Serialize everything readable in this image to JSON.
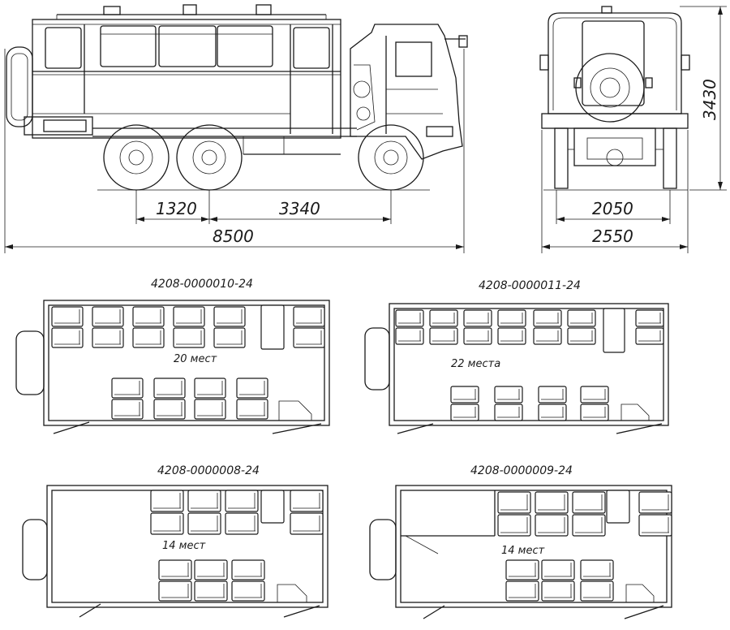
{
  "dimensions": {
    "wheelbase_rear": "1320",
    "wheelbase_front": "3340",
    "overall_length": "8500",
    "track": "2050",
    "overall_width": "2550",
    "height": "3430"
  },
  "layouts": [
    {
      "code": "4208-0000010-24",
      "seats": "20 мест"
    },
    {
      "code": "4208-0000011-24",
      "seats": "22 места"
    },
    {
      "code": "4208-0000008-24",
      "seats": "14 мест"
    },
    {
      "code": "4208-0000009-24",
      "seats": "14 мест"
    }
  ]
}
